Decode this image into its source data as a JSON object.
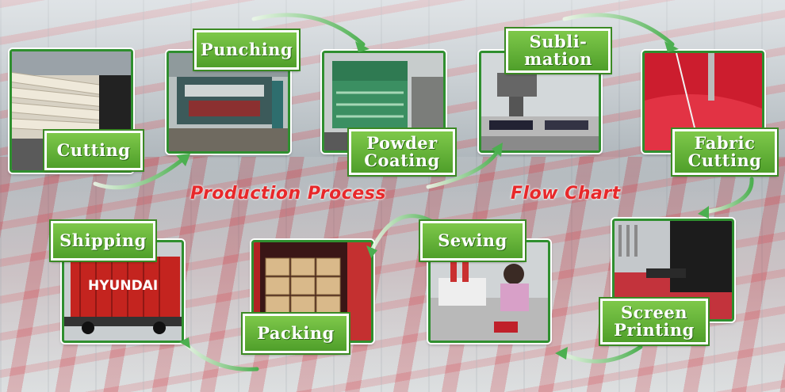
{
  "title": {
    "part1": "Production Process",
    "part2": "Flow Chart"
  },
  "colors": {
    "label_green": "#5fae35",
    "arrow_green": "#4caf50",
    "title_red": "#e8282a"
  },
  "steps": [
    {
      "label": "Punching"
    },
    {
      "label": "Cutting"
    },
    {
      "label": "Powder\nCoating"
    },
    {
      "label": "Subli-\nmation"
    },
    {
      "label": "Fabric\nCutting"
    },
    {
      "label": "Shipping"
    },
    {
      "label": "Sewing"
    },
    {
      "label": "Packing"
    },
    {
      "label": "Screen\nPrinting"
    }
  ],
  "truck": {
    "brand": "HYUNDAI"
  }
}
